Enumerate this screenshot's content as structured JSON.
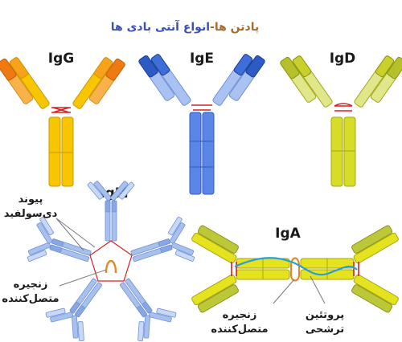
{
  "title": {
    "part_blue": "انواع آنتی بادی ها",
    "dash": "-",
    "part_brown": "پادتن ها",
    "color_blue": "#3b4fb8",
    "color_brown": "#a86a2e"
  },
  "antibodies": {
    "igg": {
      "label": "IgG",
      "heavy": "#f7c600",
      "light_outer": "#f07a12",
      "light_inner": "#f8b24a"
    },
    "ige": {
      "label": "IgE",
      "heavy": "#5b86e8",
      "light_outer": "#2c5bc6",
      "light_inner": "#a9c2f2"
    },
    "igd": {
      "label": "IgD",
      "heavy": "#d7dd27",
      "light_outer": "#b6c12a",
      "light_inner": "#e0e68a"
    },
    "igm": {
      "label": "IgM",
      "color": "#a7c0ee"
    },
    "iga": {
      "label": "IgA",
      "heavy": "#e4e31e",
      "light": "#bcc838"
    }
  },
  "annotations": {
    "disulfide_line1": "پیوند",
    "disulfide_line2": "دی‌سولفید",
    "jchain_left_line1": "زنجیره",
    "jchain_left_line2": "متصل‌کننده",
    "jchain_right_line1": "زنجیره",
    "jchain_right_line2": "متصل‌کننده",
    "secretory_line1": "پروتئین",
    "secretory_line2": "ترشحی"
  },
  "colors": {
    "disulfide": "#d62020",
    "secretory": "#2a9ed8",
    "jchain": "#e08a2a",
    "outline": "#8a8a8a"
  }
}
